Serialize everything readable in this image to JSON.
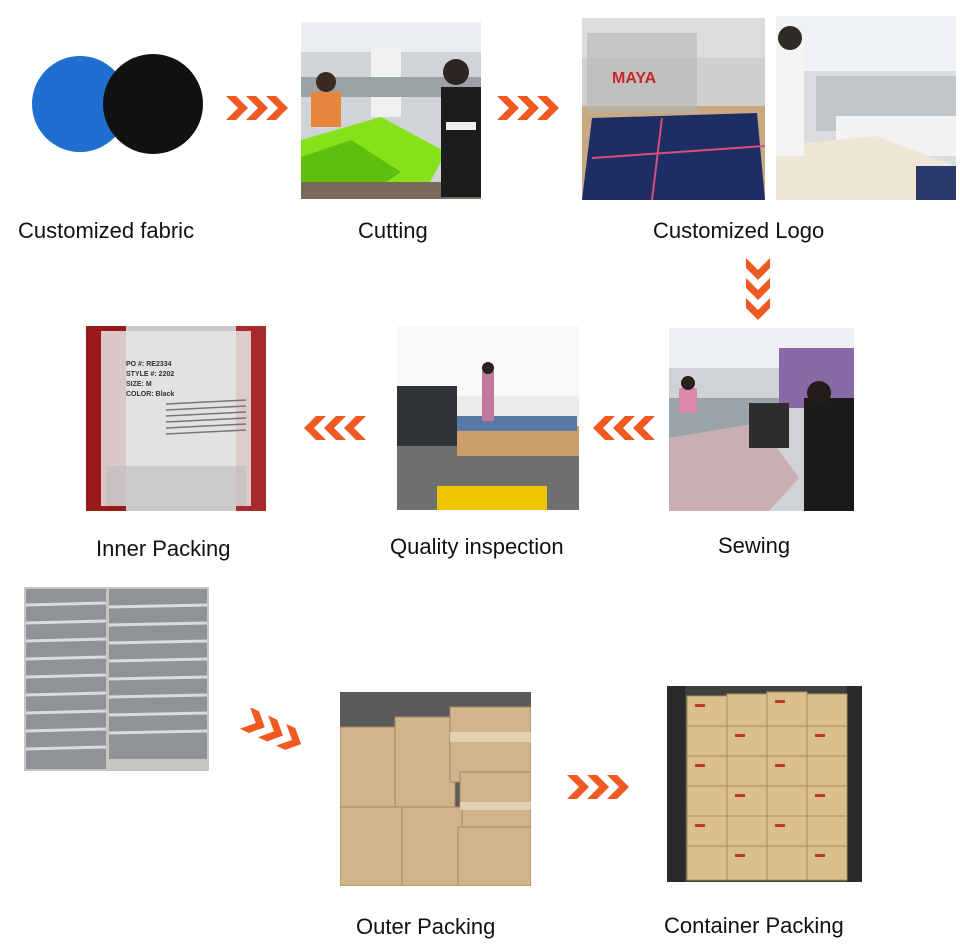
{
  "steps": {
    "fabric": "Customized fabric",
    "cutting": "Cutting",
    "logo": "Customized Logo",
    "sewing": "Sewing",
    "quality": "Quality inspection",
    "inner": "Inner Packing",
    "outer": "Outer Packing",
    "container": "Container Packing"
  },
  "embroidery_brand": "MAYA",
  "bag_print_lines": [
    "PO #: RE2334",
    "STYLE #: 2202",
    "SIZE: M",
    "COLOR: Black"
  ],
  "colors": {
    "arrow": "#f05a22",
    "fabric_blue": "#1f6fd0",
    "fabric_black": "#111111"
  }
}
